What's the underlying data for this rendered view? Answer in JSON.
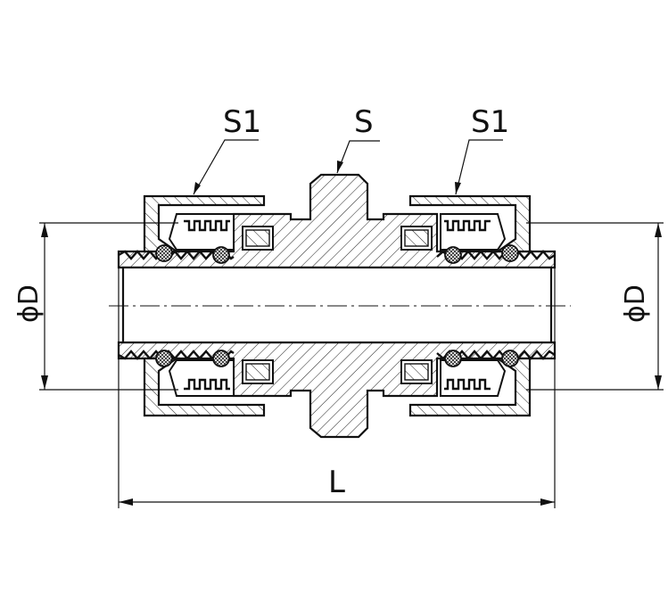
{
  "labels": {
    "nut_left": "S1",
    "body": "S",
    "nut_right": "S1",
    "diameter_left": "ϕD",
    "diameter_right": "ϕD",
    "length": "L"
  }
}
